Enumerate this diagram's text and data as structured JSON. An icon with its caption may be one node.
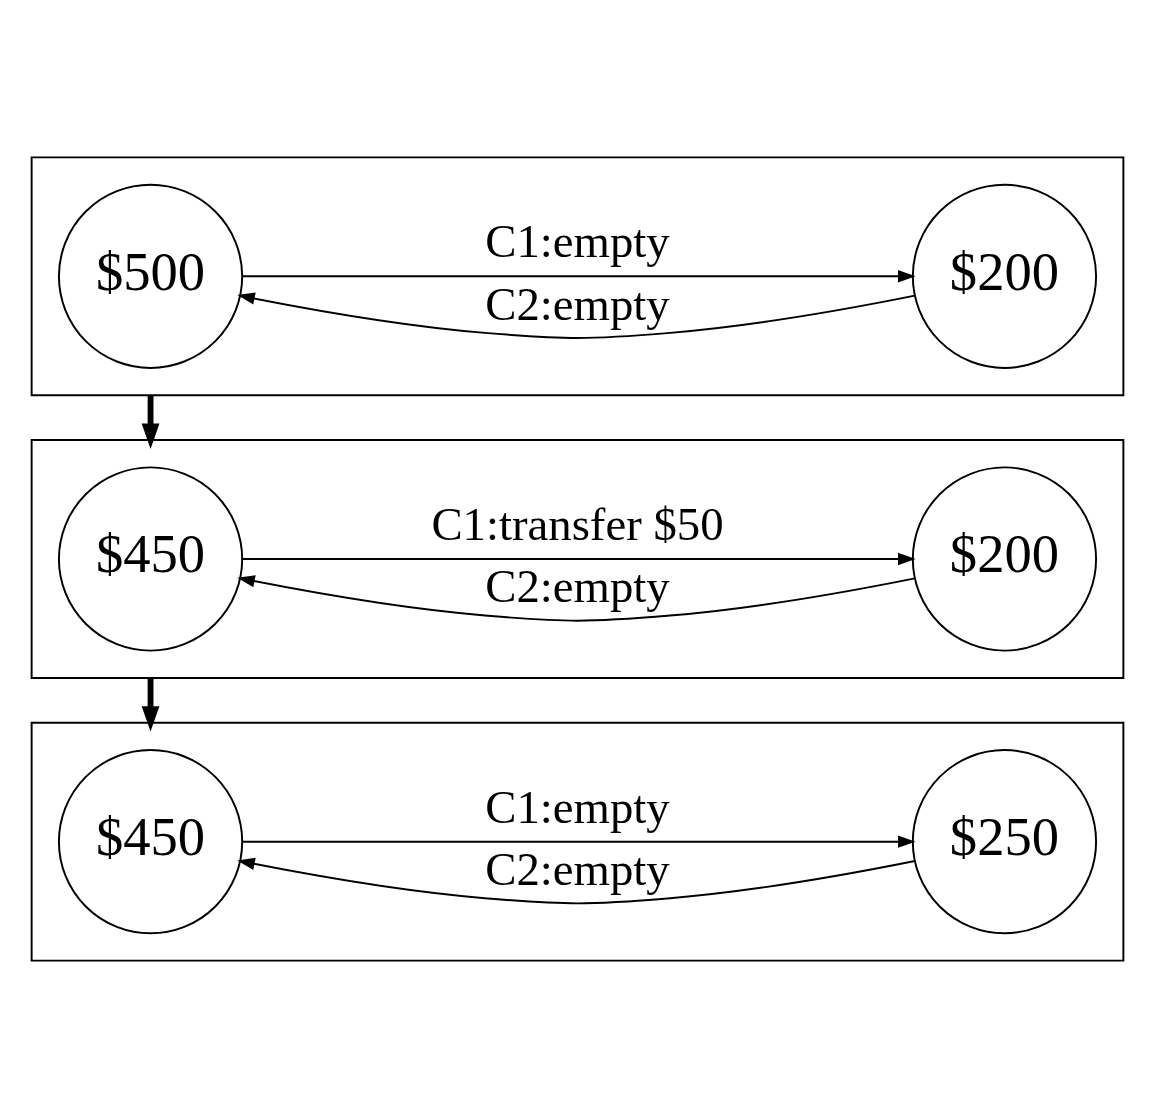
{
  "diagram": {
    "nodes": [
      {
        "text": [],
        "shape": "box"
      },
      {
        "text": [
          "$500"
        ],
        "in": 0
      },
      {
        "text": [
          "$200"
        ],
        "in": 0
      },
      {
        "text": [],
        "shape": "box"
      },
      {
        "text": [
          "$450"
        ],
        "in": 3
      },
      {
        "text": [
          "$200"
        ],
        "in": 3
      },
      {
        "text": [],
        "shape": "box"
      },
      {
        "text": [
          "$450"
        ],
        "in": 6
      },
      {
        "text": [
          "$250"
        ],
        "in": 6
      }
    ],
    "edges": [
      {
        "from": 1,
        "to": 2,
        "arrow": "to",
        "label": "C1:empty"
      },
      {
        "from": 2,
        "to": 1,
        "arrow": "to",
        "label": "C2:empty"
      },
      {
        "from": 0,
        "to": 3,
        "arrow": "to",
        "style": "thick"
      },
      {
        "from": 4,
        "to": 5,
        "arrow": "to",
        "label": "C1:transfer $50"
      },
      {
        "from": 5,
        "to": 4,
        "arrow": "to",
        "label": "C2:empty"
      },
      {
        "from": 3,
        "to": 6,
        "arrow": "to",
        "style": "thick"
      },
      {
        "from": 7,
        "to": 8,
        "arrow": "to",
        "label": "C1:empty"
      },
      {
        "from": 8,
        "to": 7,
        "arrow": "to",
        "label": "C2:empty"
      }
    ]
  }
}
